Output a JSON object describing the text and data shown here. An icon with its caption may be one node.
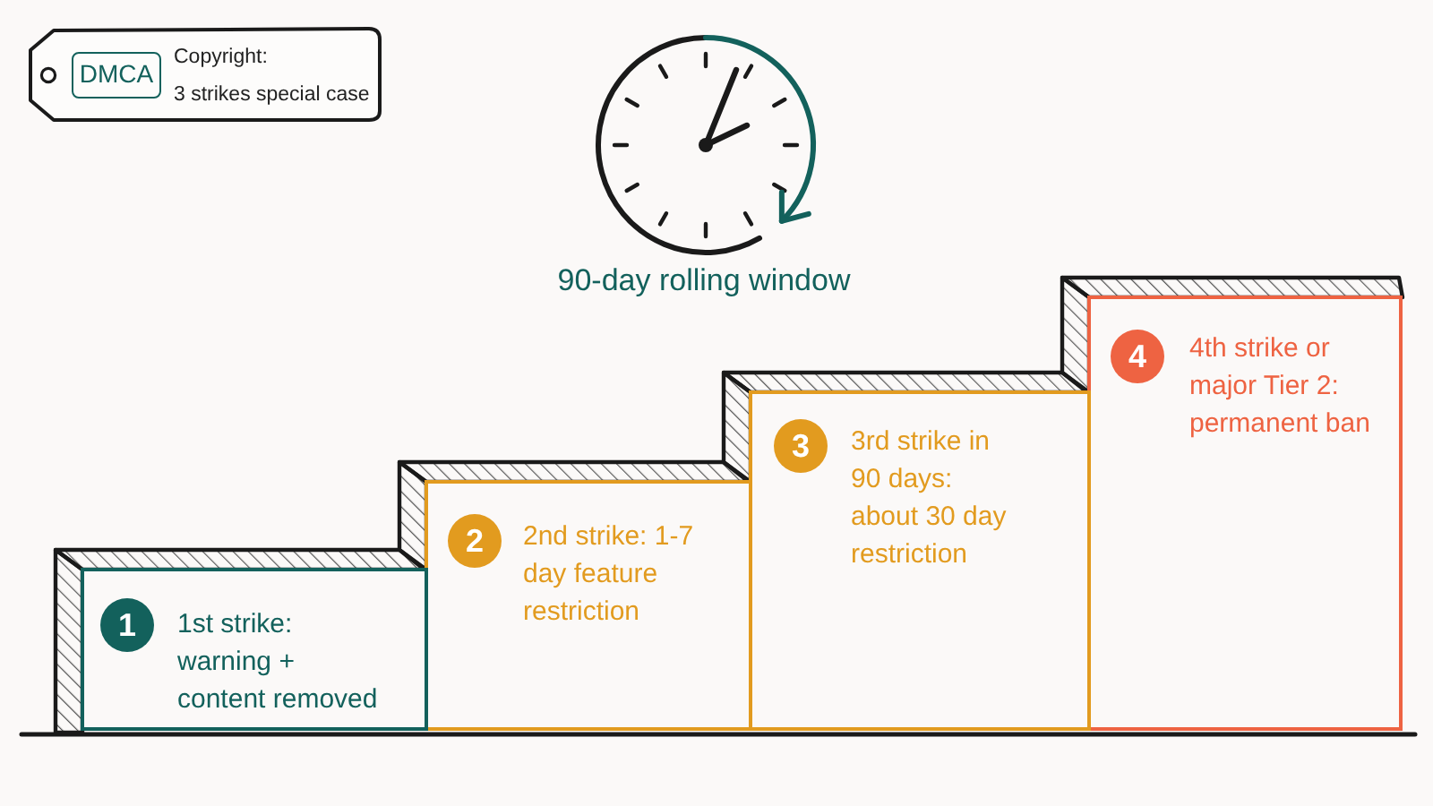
{
  "diagram": {
    "nodes": [
      {
        "text": [
          "Copyright:",
          "3 strikes special case"
        ]
      },
      {
        "text": [
          "DMCA"
        ],
        "in": 0
      },
      {
        "text": [
          "1",
          "1st strike: warning + content removed"
        ]
      },
      {
        "text": [
          "2",
          "2nd strike: 1-7 day feature restriction"
        ]
      },
      {
        "text": [
          "3",
          "3rd strike in 90 days: about 30 day restriction"
        ]
      },
      {
        "text": [
          "4",
          "4th strike or major Tier 2: permanent ban"
        ]
      }
    ],
    "labels": [
      "90-day rolling window"
    ]
  }
}
